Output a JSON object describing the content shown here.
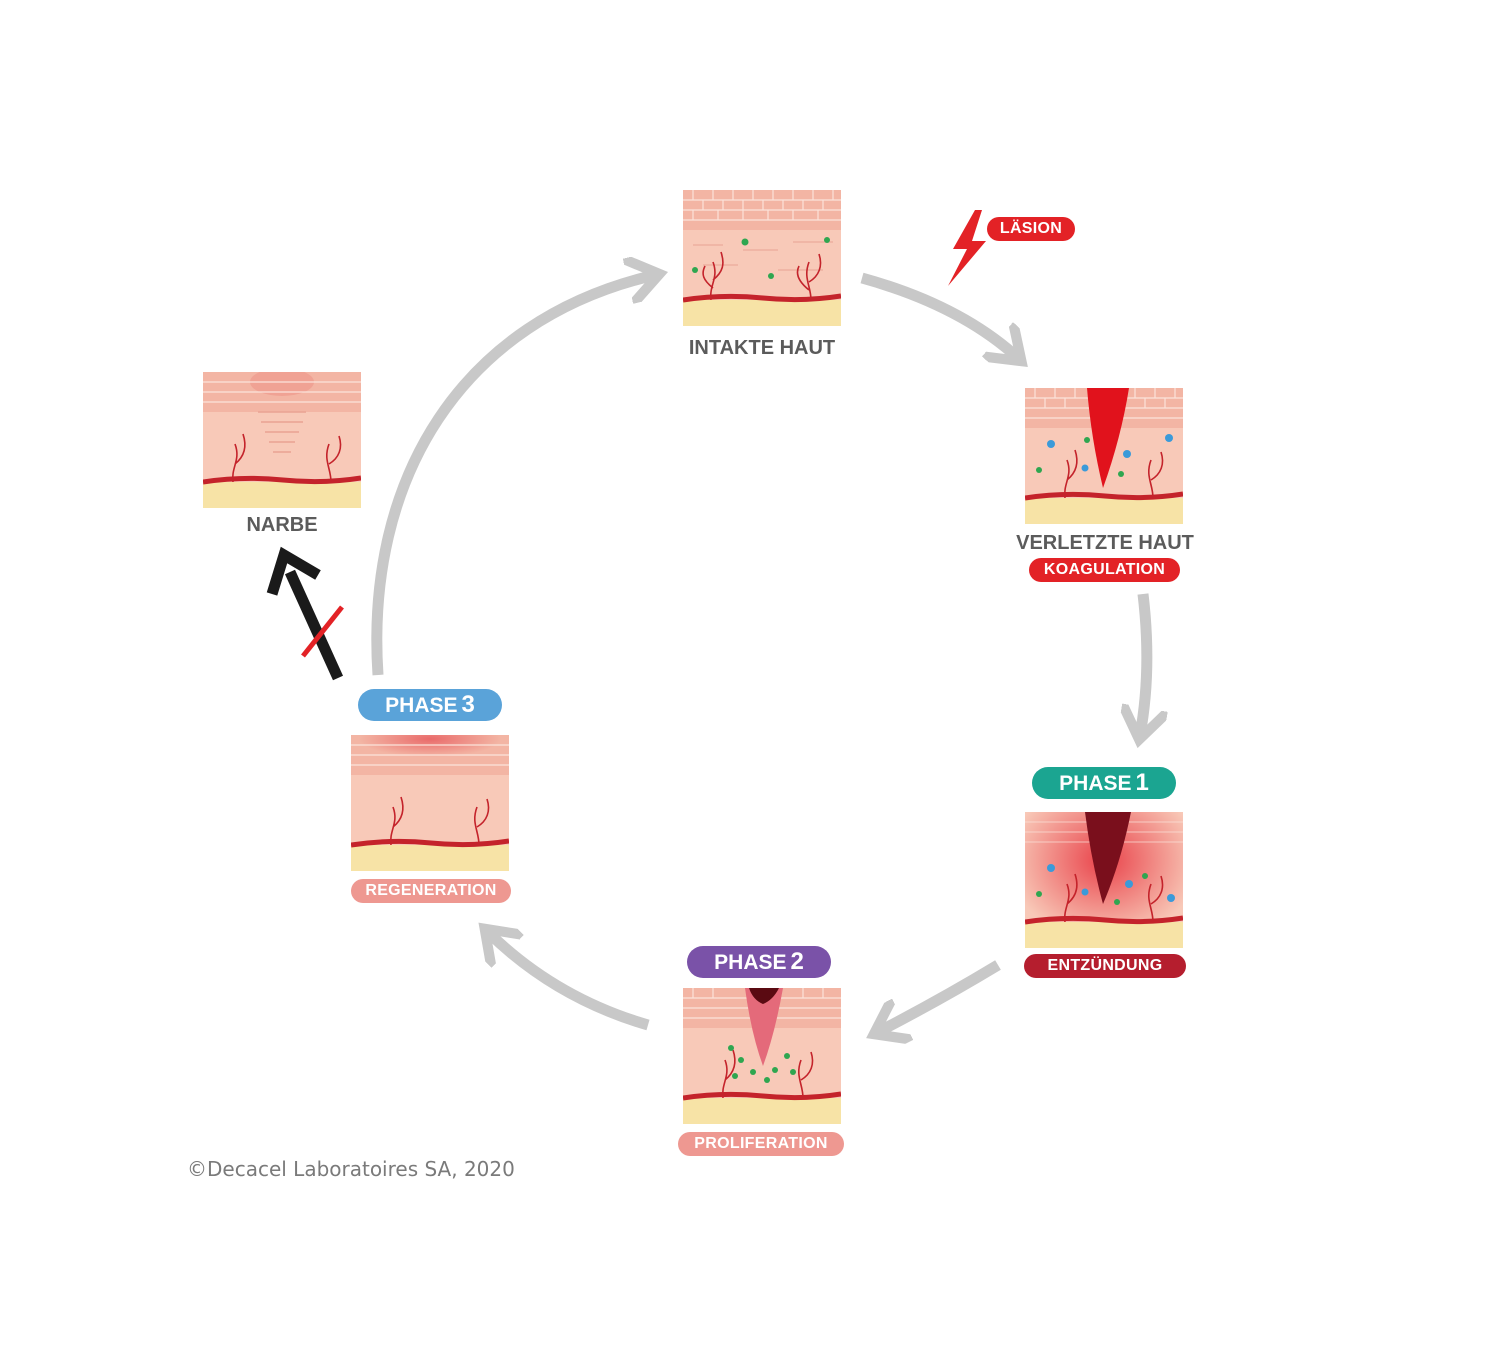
{
  "labels": {
    "intact": "INTAKTE HAUT",
    "injured": "VERLETZTE HAUT",
    "scar": "NARBE"
  },
  "badges": {
    "lesion": "LÄSION",
    "coagulation": "KOAGULATION",
    "inflammation": "ENTZÜNDUNG",
    "proliferation": "PROLIFERATION",
    "regeneration": "REGENERATION"
  },
  "phases": {
    "p1": {
      "word": "PHASE",
      "num": "1"
    },
    "p2": {
      "word": "PHASE",
      "num": "2"
    },
    "p3": {
      "word": "PHASE",
      "num": "3"
    }
  },
  "copyright": "©Decacel Laboratoires SA, 2020",
  "colors": {
    "arrow_gray": "#c8c8c8",
    "arrow_black": "#1a1a1a",
    "red": "#e32226",
    "dark_red": "#b51e2e",
    "teal": "#1ba591",
    "purple": "#7a52a8",
    "blue": "#5aa3d9",
    "salmon": "#ee9891",
    "skin_pink": "#f8c9b8",
    "fat_yellow": "#f7e3a6"
  },
  "icons": {
    "lesion": "lightning-bolt-icon",
    "blocked": "strike-through-icon"
  }
}
